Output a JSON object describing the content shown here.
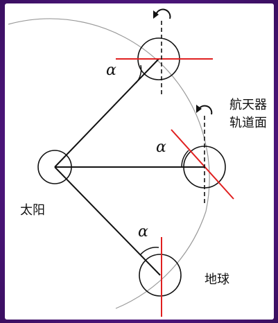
{
  "labels": {
    "sun": "太阳",
    "earth": "地球",
    "orbit_plane_line1": "航天器",
    "orbit_plane_line2": "轨道面",
    "angle_top": "α",
    "angle_mid": "α",
    "angle_bottom": "α"
  },
  "colors": {
    "background": "#5a1f8f",
    "panel": "#ffffff",
    "stroke": "#111111",
    "orbit": "#9a9a9a",
    "plane_line": "#e02020"
  }
}
